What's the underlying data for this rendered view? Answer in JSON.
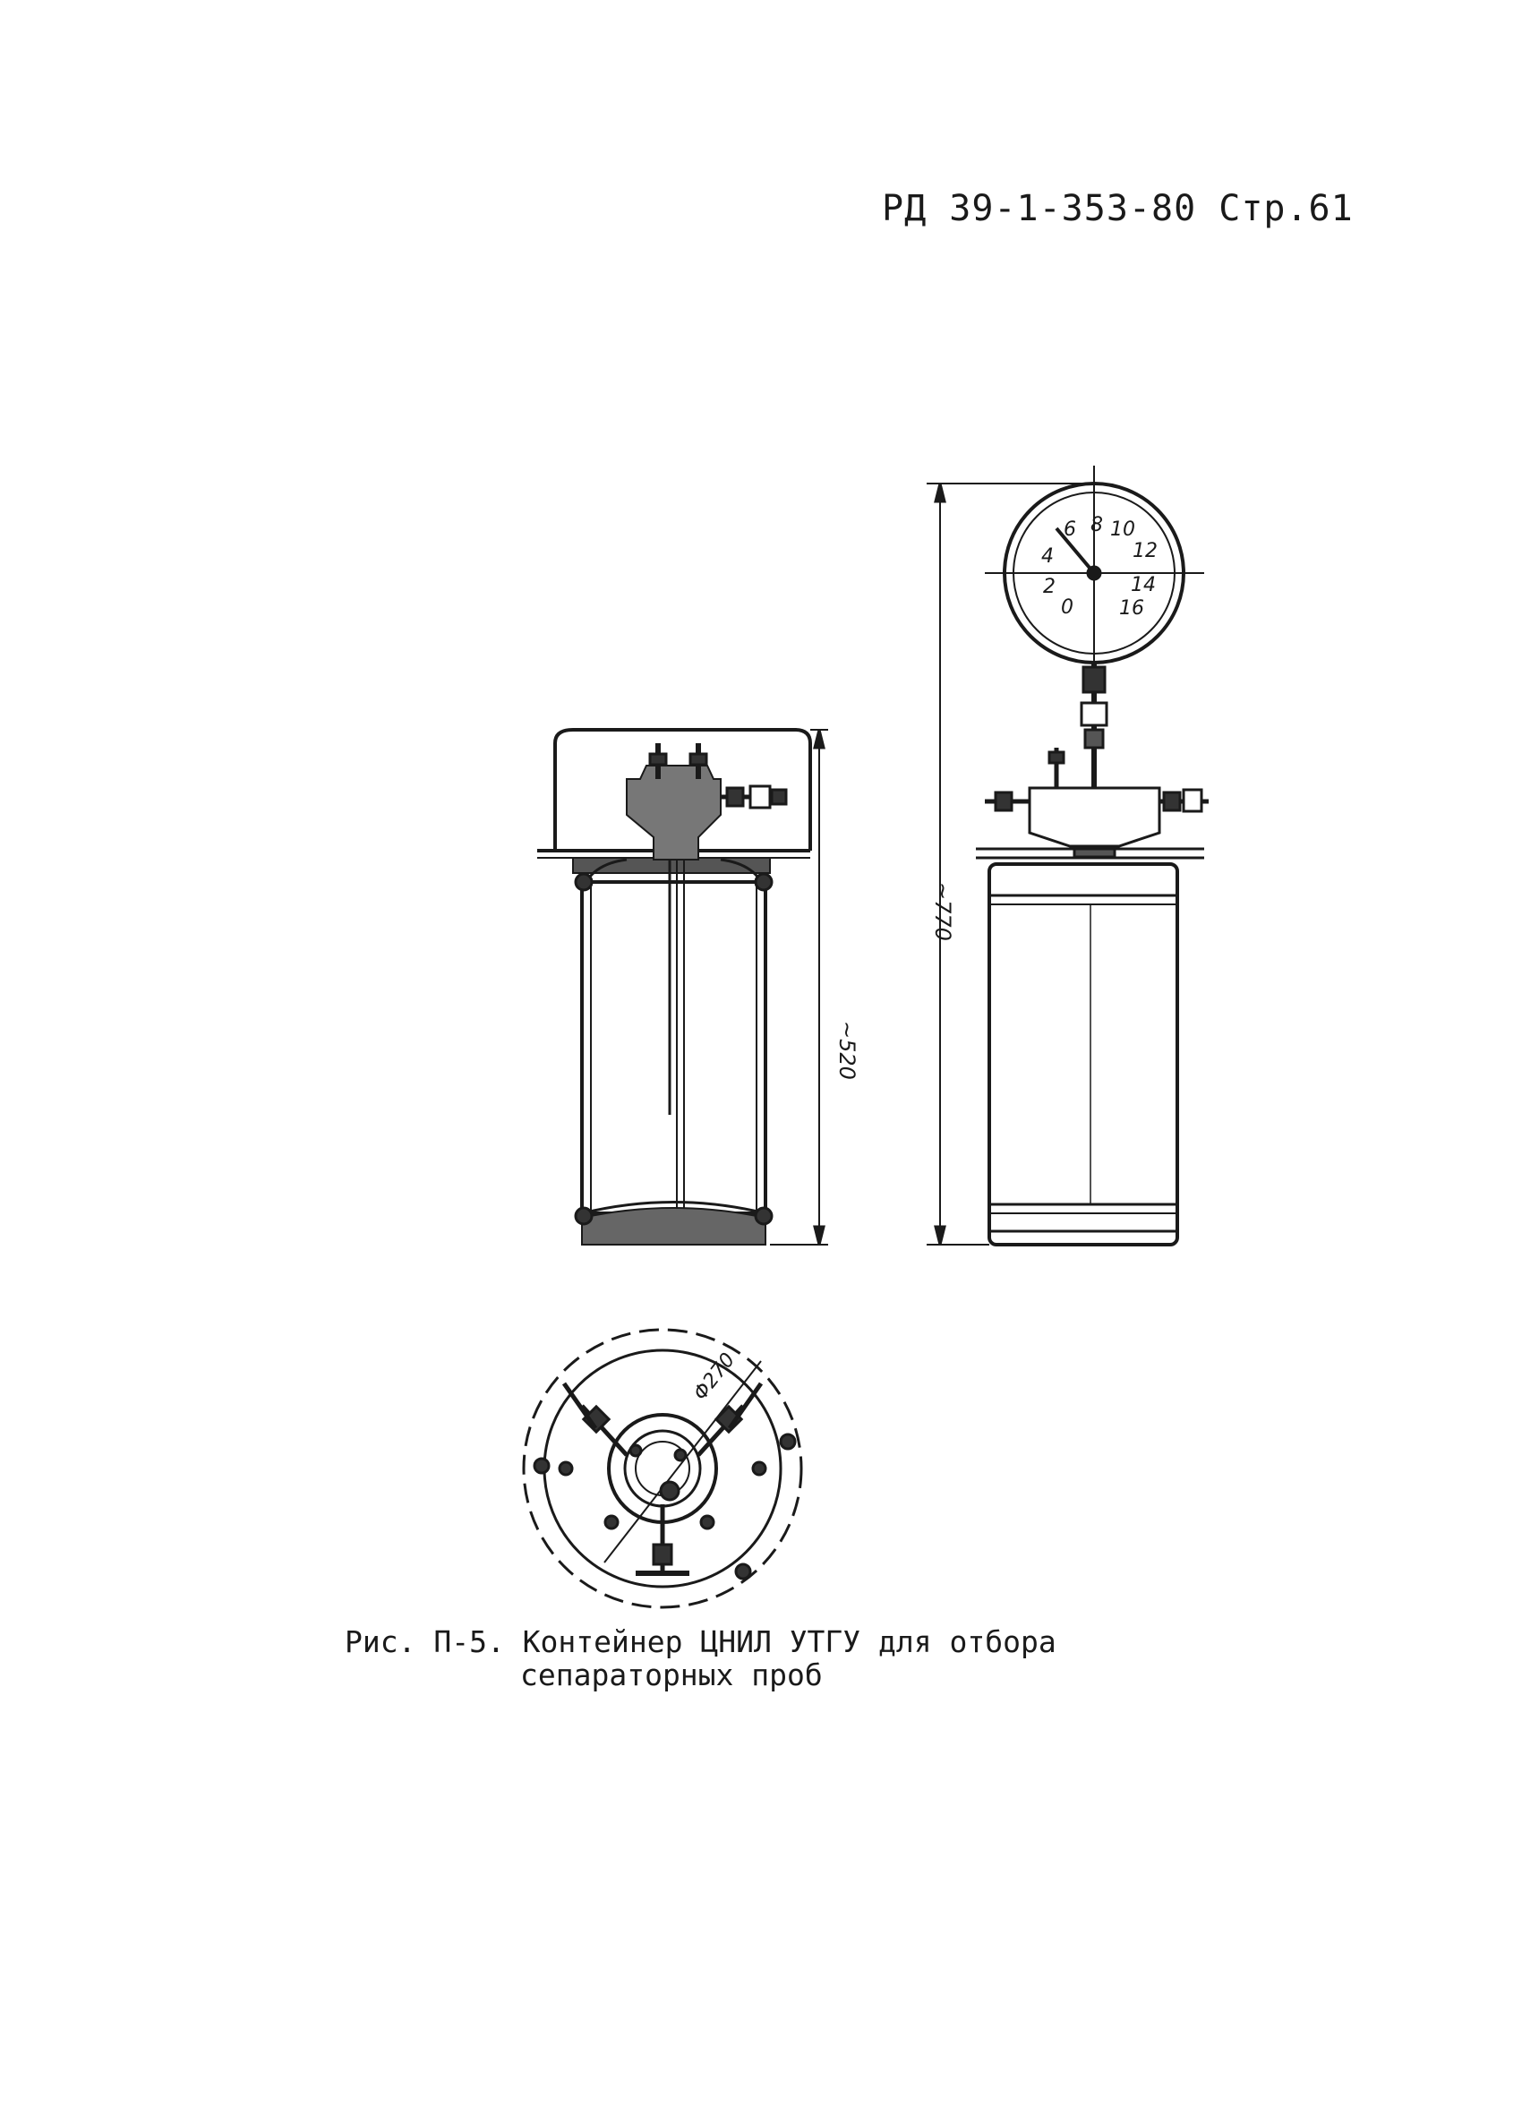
{
  "header": {
    "doc_ref": "РД 39-1-353-80 Стр.61"
  },
  "figure": {
    "dimensions": {
      "left_height": "~520",
      "right_height": "~770",
      "diameter": "Φ270"
    },
    "gauge_scale": [
      "0",
      "2",
      "4",
      "6",
      "8",
      "10",
      "12",
      "14",
      "16"
    ]
  },
  "caption": {
    "line1": "Рис. П-5. Контейнер ЦНИЛ УТГУ для отбора",
    "line2": "сепараторных проб"
  }
}
